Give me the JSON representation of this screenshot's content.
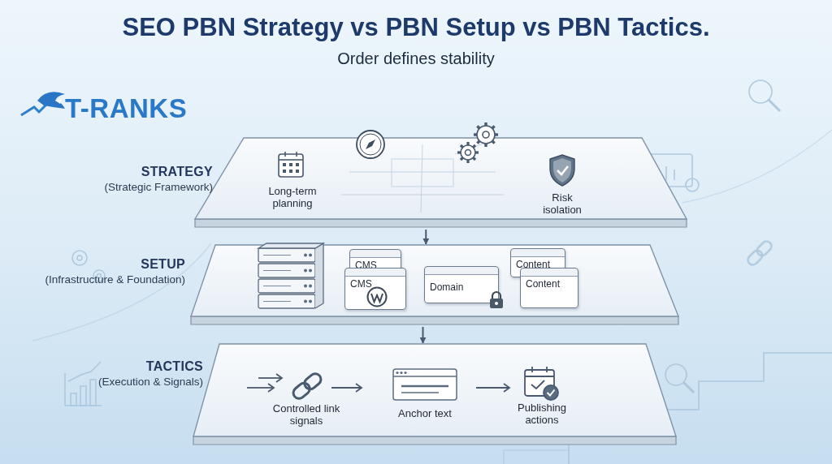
{
  "diagram": {
    "title": "SEO PBN Strategy vs PBN Setup vs PBN Tactics.",
    "caption": "Order defines stability",
    "nodes": [
      {
        "text": [
          "STRATEGY",
          "(Strategic Framework)"
        ]
      },
      {
        "text": [
          "SETUP",
          "(Infrastructure & Foundation)"
        ]
      },
      {
        "text": [
          "CMS"
        ],
        "in": 1
      },
      {
        "text": [
          "CMS"
        ],
        "in": 1
      },
      {
        "text": [
          "Domain"
        ],
        "in": 1
      },
      {
        "text": [
          "Content"
        ],
        "in": 1
      },
      {
        "text": [
          "Content"
        ],
        "in": 1
      },
      {
        "text": [
          "TACTICS",
          "(Execution & Signals)"
        ]
      }
    ],
    "edges": [
      {
        "from": 0,
        "to": 1,
        "arrow": "to"
      },
      {
        "from": 1,
        "to": 7,
        "arrow": "to"
      }
    ],
    "labels": [
      "T-RANKS",
      "Long-term planning",
      "Risk isolation",
      "Controlled link signals",
      "Anchor text",
      "Publishing actions"
    ]
  }
}
